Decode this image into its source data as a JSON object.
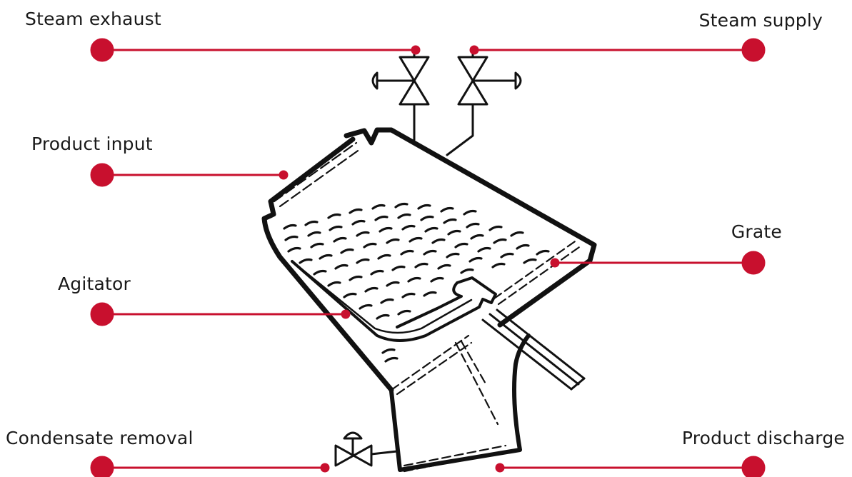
{
  "colors": {
    "accent": "#c8102e",
    "ink": "#111111",
    "background": "#ffffff"
  },
  "labels": {
    "steam_exhaust": "Steam exhaust",
    "steam_supply": "Steam supply",
    "product_input": "Product input",
    "grate": "Grate",
    "agitator": "Agitator",
    "condensate_removal": "Condensate removal",
    "product_discharge": "Product discharge"
  }
}
